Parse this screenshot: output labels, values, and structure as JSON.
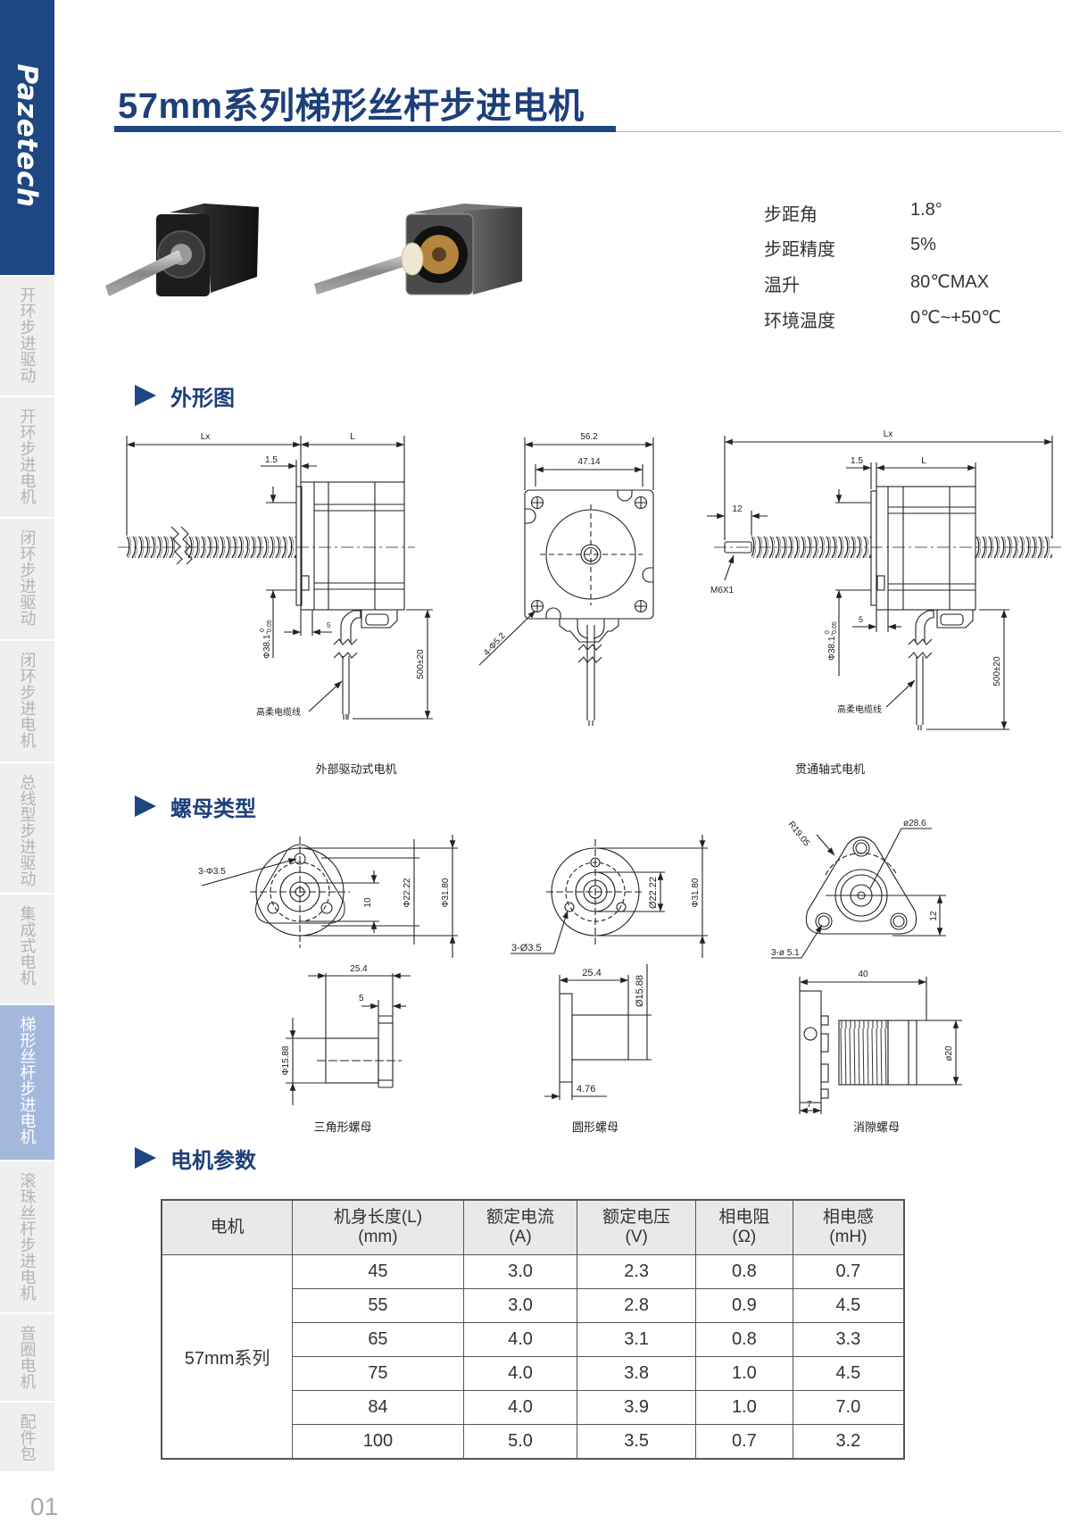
{
  "brand": "Pazetech",
  "sidebar": {
    "items": [
      {
        "label": "开环步进驱动"
      },
      {
        "label": "开环步进电机"
      },
      {
        "label": "闭环步进驱动"
      },
      {
        "label": "闭环步进电机"
      },
      {
        "label": "总线型步进驱动"
      },
      {
        "label": "集成式电机"
      },
      {
        "label": "梯形丝杆步进电机",
        "active": true
      },
      {
        "label": "滚珠丝杆步进电机"
      },
      {
        "label": "音圈电机"
      },
      {
        "label": "配件包"
      }
    ]
  },
  "page_number": "01",
  "title": "57mm系列梯形丝杆步进电机",
  "specs": [
    {
      "label": "步距角",
      "value": "1.8°"
    },
    {
      "label": "步距精度",
      "value": "5%"
    },
    {
      "label": "温升",
      "value": "80℃MAX"
    },
    {
      "label": "环境温度",
      "value": "0℃~+50℃"
    }
  ],
  "sections": {
    "outline": "外形图",
    "nuts": "螺母类型",
    "params": "电机参数"
  },
  "drawings": {
    "external": {
      "lx": "Lx",
      "l": "L",
      "gap": "1.5",
      "phi": "Φ38.1-",
      "tol_upper": "0",
      "tol_lower": "0.05",
      "five": "5",
      "cable_len": "500±20",
      "cable_label": "高柔电缆线",
      "caption": "外部驱动式电机"
    },
    "front": {
      "width": "56.2",
      "hole_pitch": "47.14",
      "holes": "4-Φ5.2"
    },
    "through": {
      "lx": "Lx",
      "l": "L",
      "gap": "1.5",
      "stub": "12",
      "thread": "M6X1",
      "phi": "Φ38.1-",
      "tol_upper": "0",
      "tol_lower": "0.05",
      "five": "5",
      "cable_len": "500±20",
      "cable_label": "高柔电缆线",
      "caption": "贯通轴式电机"
    }
  },
  "nuts": {
    "triangle": {
      "holes": "3-Φ3.5",
      "d10": "10",
      "d_inner": "Φ22.22",
      "d_outer": "Φ31.80",
      "length": "25.4",
      "flange": "5",
      "dia": "Φ15.88",
      "caption": "三角形螺母"
    },
    "round": {
      "holes": "3-Ø3.5",
      "d_inner": "Ø22.22",
      "d_outer": "Φ31.80",
      "length": "25.4",
      "dia": "Ø15.88",
      "flange": "4.76",
      "caption": "圆形螺母"
    },
    "anti_backlash": {
      "radius": "R19.05",
      "pcd": "ø28.6",
      "d12": "12",
      "holes": "3-ø 5.1",
      "length": "40",
      "dia": "ø20",
      "flange": "7",
      "caption": "消隙螺母"
    }
  },
  "table": {
    "headers": [
      [
        "电机",
        ""
      ],
      [
        "机身长度(L)",
        "(mm)"
      ],
      [
        "额定电流",
        "(A)"
      ],
      [
        "额定电压",
        "(V)"
      ],
      [
        "相电阻",
        "(Ω)"
      ],
      [
        "相电感",
        "(mH)"
      ]
    ],
    "group": "57mm系列",
    "rows": [
      [
        "45",
        "3.0",
        "2.3",
        "0.8",
        "0.7"
      ],
      [
        "55",
        "3.0",
        "2.8",
        "0.9",
        "4.5"
      ],
      [
        "65",
        "4.0",
        "3.1",
        "0.8",
        "3.3"
      ],
      [
        "75",
        "4.0",
        "3.8",
        "1.0",
        "4.5"
      ],
      [
        "84",
        "4.0",
        "3.9",
        "1.0",
        "7.0"
      ],
      [
        "100",
        "5.0",
        "3.5",
        "0.7",
        "3.2"
      ]
    ]
  },
  "colors": {
    "brand_blue": "#1e4683",
    "sidebar_active": "#a4b8de",
    "sidebar_bg": "#efefef"
  }
}
